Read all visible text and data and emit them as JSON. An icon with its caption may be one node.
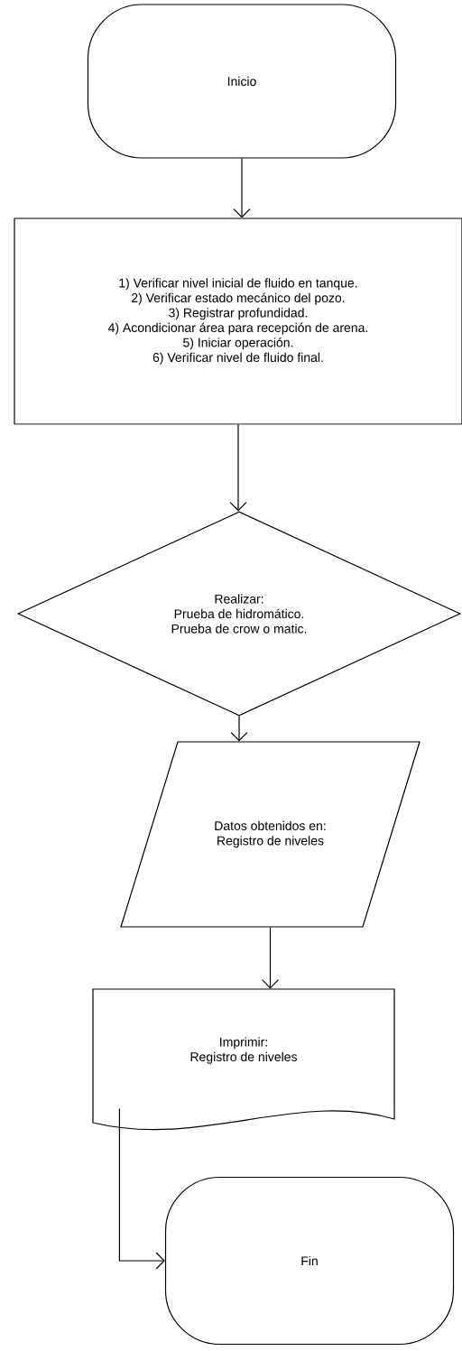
{
  "diagram": {
    "nodes": [
      {
        "text": [
          "Inicio"
        ]
      },
      {
        "text": [
          "1) Verificar nivel inicial de fluido en tanque.",
          "2) Verificar estado mecánico del pozo.",
          "3) Registrar profundidad.",
          "4) Acondicionar área para recepción de arena.",
          "5) Iniciar operación.",
          "6) Verificar nivel de fluido final."
        ]
      },
      {
        "text": [
          "Realizar:",
          "Prueba de hidromático.",
          "Prueba de crow o matic."
        ]
      },
      {
        "text": [
          "Datos obtenidos en:",
          "Registro de niveles"
        ]
      },
      {
        "text": [
          "Imprimir:",
          "Registro de niveles"
        ]
      },
      {
        "text": [
          "Fin"
        ]
      }
    ],
    "edges": [
      {
        "from": 0,
        "to": 1,
        "arrow": "to"
      },
      {
        "from": 1,
        "to": 2,
        "arrow": "to"
      },
      {
        "from": 2,
        "to": 3,
        "arrow": "to"
      },
      {
        "from": 3,
        "to": 4,
        "arrow": "to"
      },
      {
        "from": 4,
        "to": 5,
        "arrow": "to"
      }
    ]
  }
}
